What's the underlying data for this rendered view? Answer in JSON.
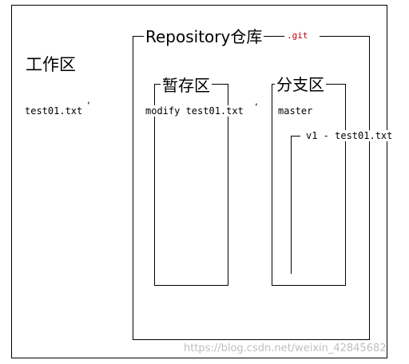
{
  "workspace": {
    "title": "工作区",
    "file": "test01.txt",
    "mark": ","
  },
  "repository": {
    "title": "Repository仓库",
    "git_label": ".git"
  },
  "staging": {
    "title": "暂存区",
    "entry": "modify test01.txt",
    "mark": ","
  },
  "branches": {
    "title": "分支区",
    "branch": "master",
    "commit": "v1 - test01.txt"
  },
  "watermark": "https://blog.csdn.net/weixin_42845682"
}
